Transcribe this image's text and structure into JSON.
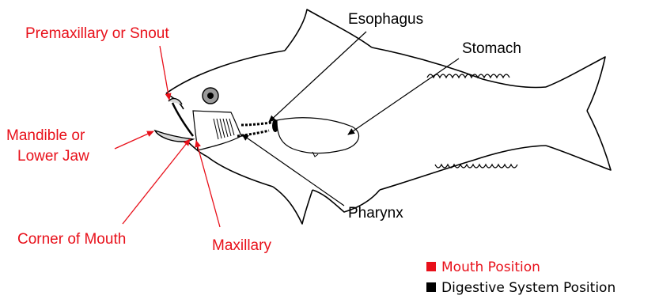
{
  "colors": {
    "mouth": "#e8101a",
    "digestive": "#000000",
    "outline": "#000000",
    "background": "#ffffff"
  },
  "labels": {
    "premaxillary": "Premaxillary or Snout",
    "mandible_line1": "Mandible or",
    "mandible_line2": "Lower Jaw",
    "corner_of_mouth": "Corner of Mouth",
    "maxillary": "Maxillary",
    "esophagus": "Esophagus",
    "stomach": "Stomach",
    "pharynx": "Pharynx"
  },
  "legend": [
    {
      "label": "Mouth Position",
      "color": "#e8101a"
    },
    {
      "label": "Digestive System Position",
      "color": "#000000"
    }
  ]
}
